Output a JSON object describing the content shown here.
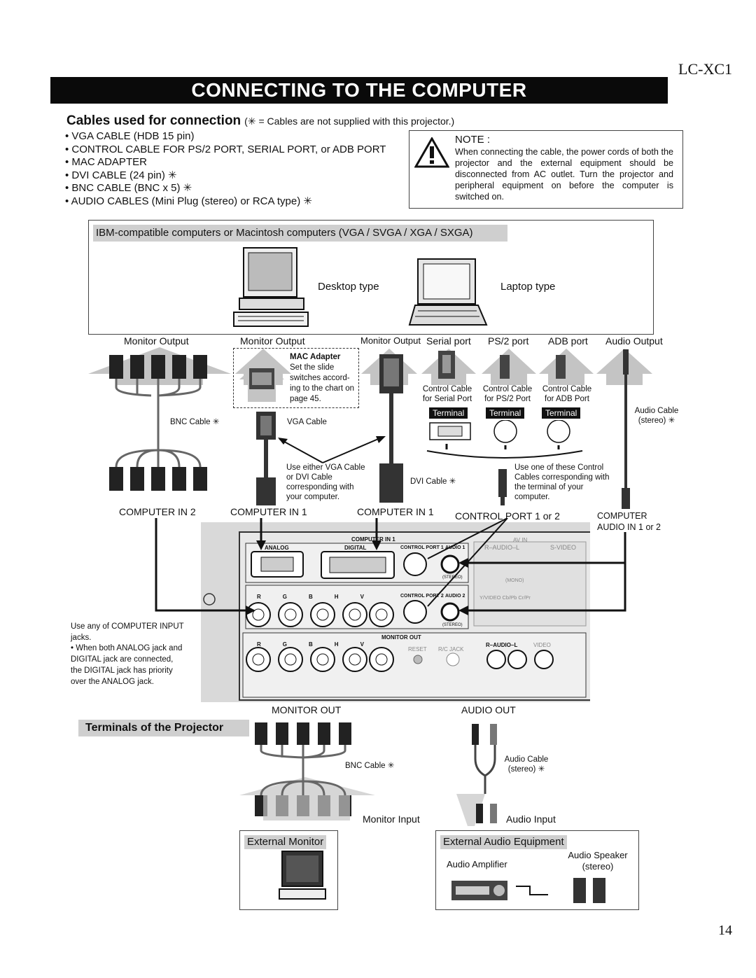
{
  "header": {
    "model": "LC-XC1",
    "title": "CONNECTING TO THE COMPUTER"
  },
  "cables": {
    "heading": "Cables used for connection",
    "heading_note": "(✳ = Cables are not supplied with this projector.)",
    "items": [
      "VGA CABLE (HDB 15 pin)",
      "CONTROL CABLE FOR PS/2 PORT, SERIAL PORT, or ADB PORT",
      "MAC ADAPTER",
      "DVI CABLE (24 pin) ✳",
      "BNC CABLE (BNC x 5) ✳",
      "AUDIO CABLES (Mini Plug (stereo) or RCA type) ✳"
    ]
  },
  "note": {
    "title": "NOTE :",
    "text": "When connecting the cable, the power cords of both the projector and the external equipment should be disconnected from AC outlet. Turn the projector and peripheral equipment on before the computer is switched on."
  },
  "computers": {
    "title": "IBM-compatible computers or Macintosh computers (VGA / SVGA / XGA / SXGA)",
    "desktop": "Desktop type",
    "laptop": "Laptop type"
  },
  "ports": {
    "monitor_output_1": "Monitor Output",
    "monitor_output_2": "Monitor Output",
    "monitor_output_3": "Monitor Output",
    "serial": "Serial port",
    "ps2": "PS/2 port",
    "adb": "ADB port",
    "audio_output": "Audio Output"
  },
  "mac_adapter": {
    "title": "MAC Adapter",
    "text": "Set the slide switches accord-ing to the chart on page 45."
  },
  "cable_labels": {
    "bnc": "BNC Cable ✳",
    "vga": "VGA Cable",
    "dvi": "DVI Cable ✳",
    "ctrl_serial": "Control Cable for Serial Port",
    "ctrl_ps2": "Control Cable for PS/2 Port",
    "ctrl_adb": "Control Cable for ADB Port",
    "terminal": "Terminal",
    "audio": "Audio Cable (stereo) ✳",
    "use_either": "Use either VGA Cable or DVI Cable corresponding with your computer.",
    "use_one": "Use one of these Control Cables corresponding with the terminal of your computer."
  },
  "inputs": {
    "computer_in_2": "COMPUTER IN 2",
    "computer_in_1a": "COMPUTER IN 1",
    "computer_in_1b": "COMPUTER IN 1",
    "control_port": "CONTROL PORT 1 or 2",
    "audio_in": "COMPUTER AUDIO IN 1 or 2"
  },
  "panel": {
    "computer_in_1": "COMPUTER IN 1",
    "analog": "ANALOG",
    "digital": "DIGITAL",
    "control_port_1": "CONTROL PORT 1",
    "audio_1": "AUDIO 1",
    "control_port_2": "CONTROL PORT 2",
    "audio_2": "AUDIO 2",
    "stereo": "(STEREO)",
    "av_in": "AV IN",
    "r_audio_l": "R–AUDIO–L",
    "s_video": "S-VIDEO",
    "mono": "(MONO)",
    "yvideo_row": "Y/VIDEO   Cb/Pb   Cr/Pr",
    "monitor_out": "MONITOR OUT",
    "reset": "RESET",
    "rc_jack": "R/C JACK",
    "video": "VIDEO",
    "rgbhv": [
      "R",
      "G",
      "B",
      "H",
      "V"
    ]
  },
  "side_note": "Use any of COMPUTER INPUT jacks.\n• When both ANALOG jack and DIGITAL jack are connected, the DIGITAL jack has priority over the ANALOG jack.",
  "outputs": {
    "monitor_out": "MONITOR OUT",
    "audio_out": "AUDIO OUT",
    "terminals": "Terminals of the Projector",
    "bnc": "BNC Cable ✳",
    "audio_cable": "Audio Cable (stereo) ✳",
    "monitor_input": "Monitor Input",
    "audio_input": "Audio Input",
    "external_monitor": "External Monitor",
    "external_audio": "External Audio Equipment",
    "amplifier": "Audio Amplifier",
    "speaker": "Audio Speaker (stereo)"
  },
  "page_number": "14",
  "colors": {
    "banner": "#0a0a0a",
    "arrow": "#bdbdbd",
    "panel": "#d9d9d9",
    "label_bg": "#cfcfcf"
  }
}
